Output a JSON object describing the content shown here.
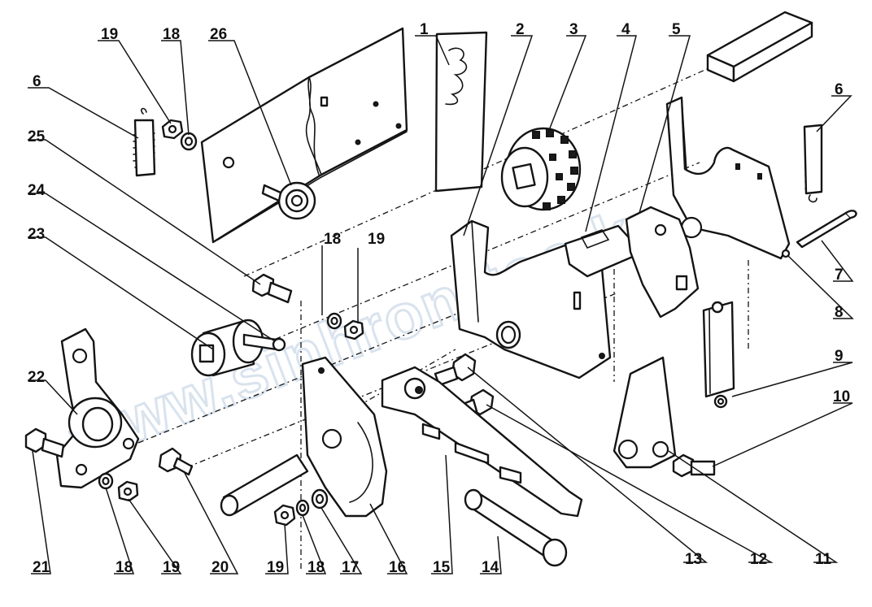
{
  "watermark": "www.sinhron-too.kz",
  "callouts": {
    "c1": "1",
    "c2": "2",
    "c3": "3",
    "c4": "4",
    "c5": "5",
    "c6a": "6",
    "c6b": "6",
    "c7": "7",
    "c8": "8",
    "c9": "9",
    "c10": "10",
    "c11": "11",
    "c12": "12",
    "c13": "13",
    "c14": "14",
    "c15": "15",
    "c16": "16",
    "c17": "17",
    "c18a": "18",
    "c18b": "18",
    "c18c": "18",
    "c18d": "18",
    "c19a": "19",
    "c19b": "19",
    "c19c": "19",
    "c19d": "19",
    "c20": "20",
    "c21": "21",
    "c22": "22",
    "c23": "23",
    "c24": "24",
    "c25": "25",
    "c26": "26"
  }
}
